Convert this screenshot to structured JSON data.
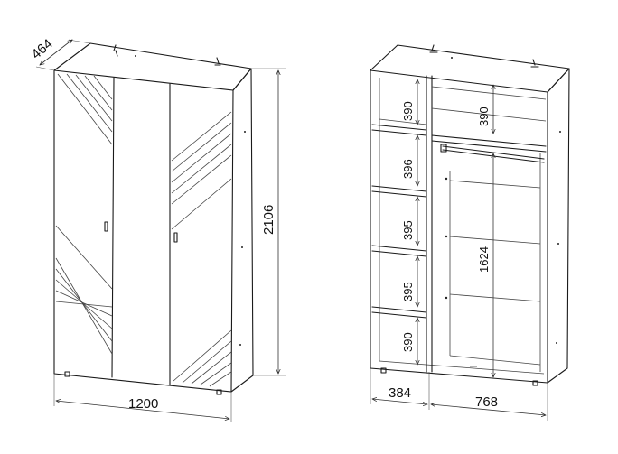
{
  "left_view": {
    "dimensions": {
      "depth": "464",
      "height": "2106",
      "width": "1200"
    }
  },
  "right_view": {
    "dimensions": {
      "shelf_1": "390",
      "shelf_2": "396",
      "shelf_3": "395",
      "shelf_4": "395",
      "shelf_5": "390",
      "top_right": "390",
      "hanging": "1624",
      "left_width": "384",
      "right_width": "768"
    }
  }
}
